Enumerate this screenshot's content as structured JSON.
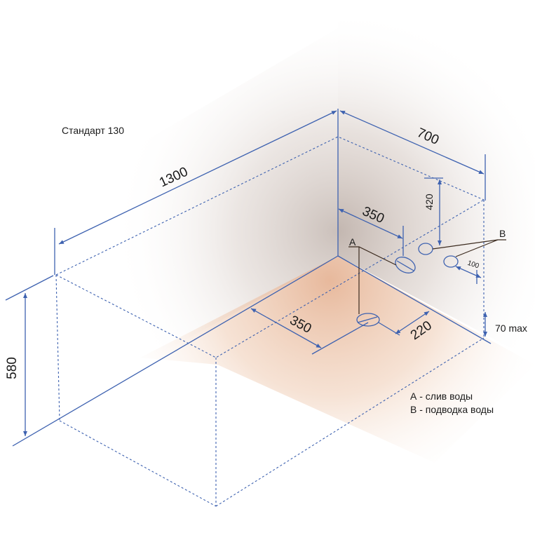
{
  "title": "Стандарт 130",
  "dimensions": {
    "length": "1300",
    "width": "700",
    "height": "580",
    "drain_from_side": "350",
    "drain_from_wall": "220",
    "supply_from_corner": "350",
    "supply_height": "420",
    "supply_spacing": "100",
    "floor_offset": "70 max"
  },
  "markers": {
    "a": "A",
    "b": "B"
  },
  "legend": {
    "a": "А - слив воды",
    "b": "В - подводка воды"
  },
  "colors": {
    "line": "#3e62b0",
    "leader": "#3b2a1e",
    "wall_shade": "#cfc3bd",
    "floor_shade": "#ecc5a8"
  }
}
